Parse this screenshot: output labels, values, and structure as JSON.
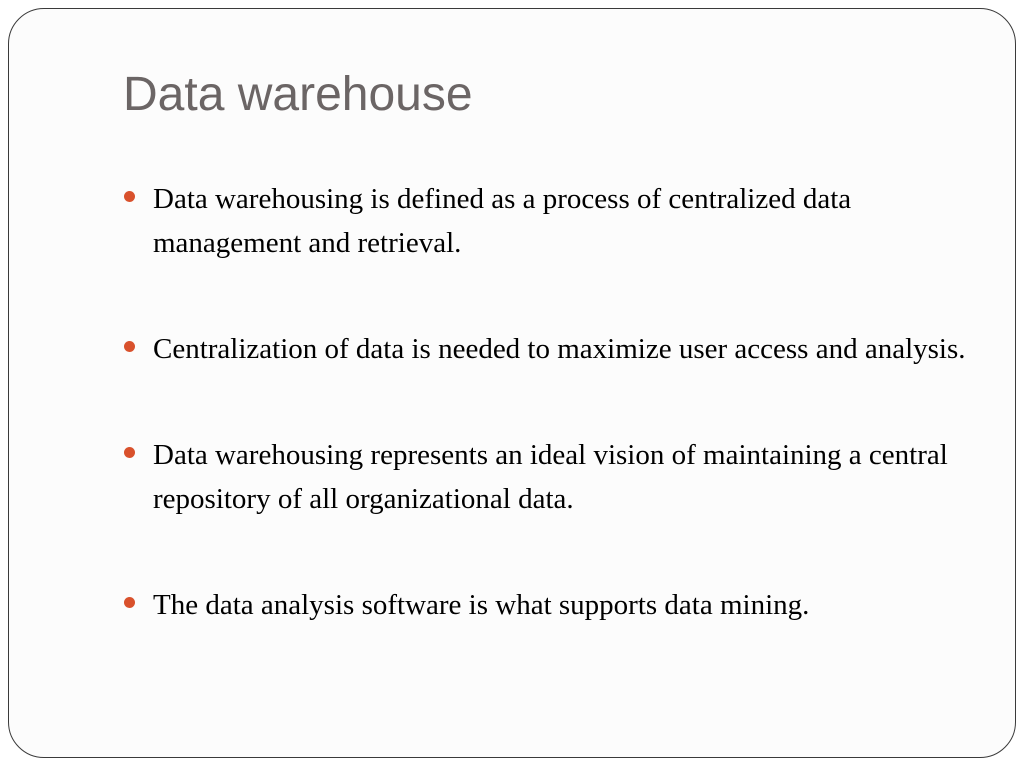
{
  "slide": {
    "title": "Data warehouse",
    "bullet_icon": "bullet-dot-icon",
    "bullet_color": "#D9512C",
    "frame_border_color": "#3a3a3a",
    "bullets": [
      {
        "text": "Data warehousing is defined as a process of centralized data management and retrieval."
      },
      {
        "text": "Centralization of data is needed to maximize user access and analysis."
      },
      {
        "text": "Data warehousing represents an ideal vision of maintaining a central repository of all organizational data."
      },
      {
        "text": "The data analysis software is what supports data mining."
      }
    ]
  }
}
